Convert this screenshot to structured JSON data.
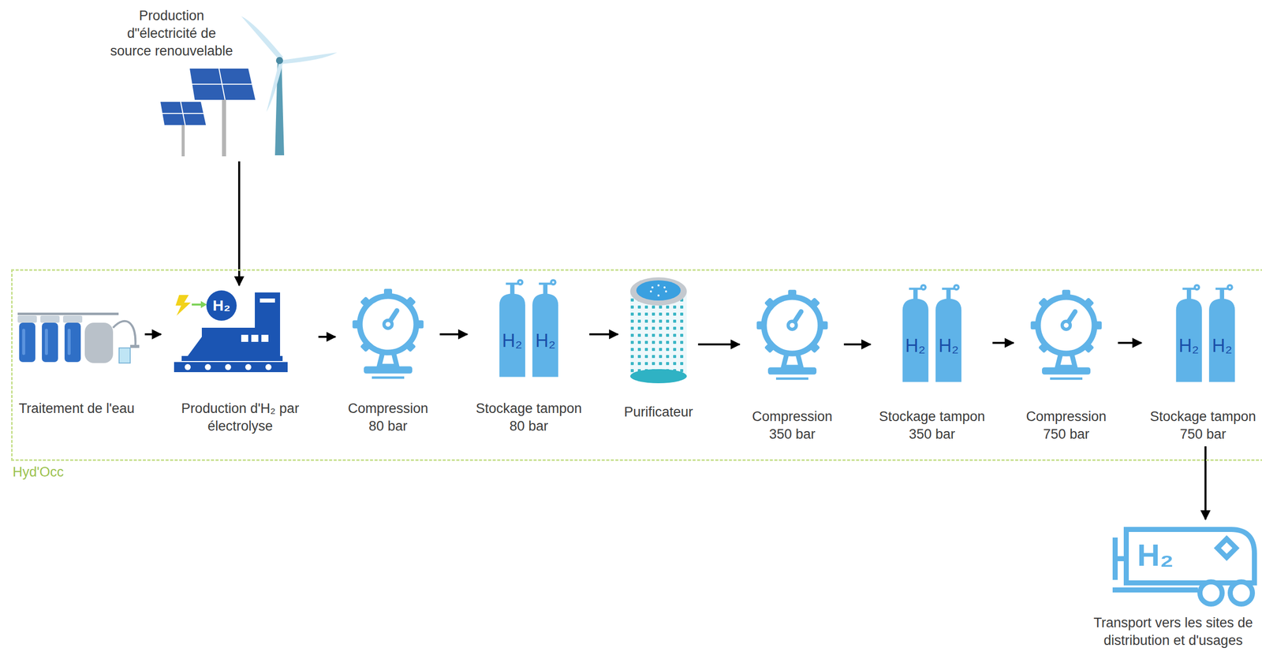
{
  "diagram": {
    "nodes": [
      {
        "text": [
          "Production d\"électricité de source renouvelable"
        ]
      },
      {
        "text": [
          "Hyd'Occ"
        ]
      },
      {
        "text": [
          "Traitement de l'eau"
        ],
        "in": 1
      },
      {
        "text": [
          "Production d'H₂ par électrolyse"
        ],
        "in": 1
      },
      {
        "text": [
          "Compression 80 bar"
        ],
        "in": 1
      },
      {
        "text": [
          "Stockage tampon 80 bar"
        ],
        "in": 1
      },
      {
        "text": [
          "Purificateur"
        ],
        "in": 1
      },
      {
        "text": [
          "Compression 350 bar"
        ],
        "in": 1
      },
      {
        "text": [
          "Stockage tampon 350 bar"
        ],
        "in": 1
      },
      {
        "text": [
          "Compression 750 bar"
        ],
        "in": 1
      },
      {
        "text": [
          "Stockage tampon 750 bar"
        ],
        "in": 1
      },
      {
        "text": [
          "Transport vers les sites de distribution et d'usages"
        ]
      }
    ],
    "edges": [
      {
        "from": 0,
        "to": 3,
        "arrow": "to"
      },
      {
        "from": 2,
        "to": 3,
        "arrow": "to"
      },
      {
        "from": 3,
        "to": 4,
        "arrow": "to"
      },
      {
        "from": 4,
        "to": 5,
        "arrow": "to"
      },
      {
        "from": 5,
        "to": 6,
        "arrow": "to"
      },
      {
        "from": 6,
        "to": 7,
        "arrow": "to"
      },
      {
        "from": 7,
        "to": 8,
        "arrow": "to"
      },
      {
        "from": 8,
        "to": 9,
        "arrow": "to"
      },
      {
        "from": 9,
        "to": 10,
        "arrow": "to"
      },
      {
        "from": 10,
        "to": 11,
        "arrow": "to"
      }
    ],
    "labels": [
      "H₂",
      "H₂",
      "H₂",
      "H₂",
      "H₂",
      "H₂",
      "H₂",
      "H₂"
    ]
  }
}
